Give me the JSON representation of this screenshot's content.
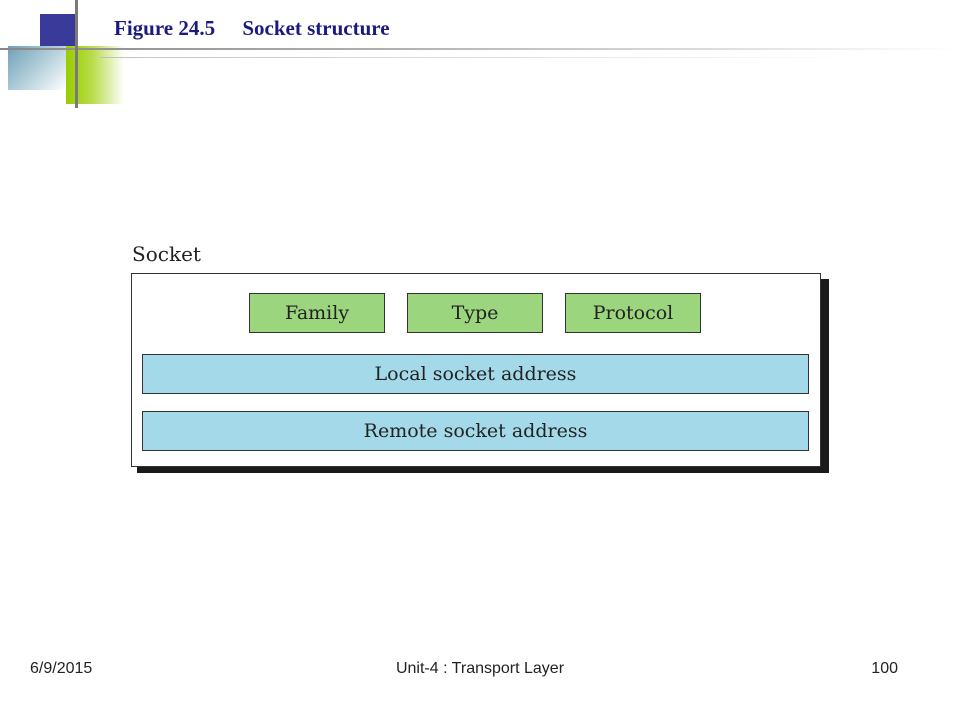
{
  "header": {
    "figure_number": "Figure 24.5",
    "figure_title": "Socket structure"
  },
  "diagram": {
    "container_label": "Socket",
    "fields_row": [
      "Family",
      "Type",
      "Protocol"
    ],
    "local_address": "Local socket address",
    "remote_address": "Remote socket address",
    "colors": {
      "field_green": "#9bd57d",
      "address_blue": "#a3d9e9",
      "title_navy": "#1a1a80"
    }
  },
  "footer": {
    "date": "6/9/2015",
    "center": "Unit-4 : Transport Layer",
    "page": "100"
  }
}
